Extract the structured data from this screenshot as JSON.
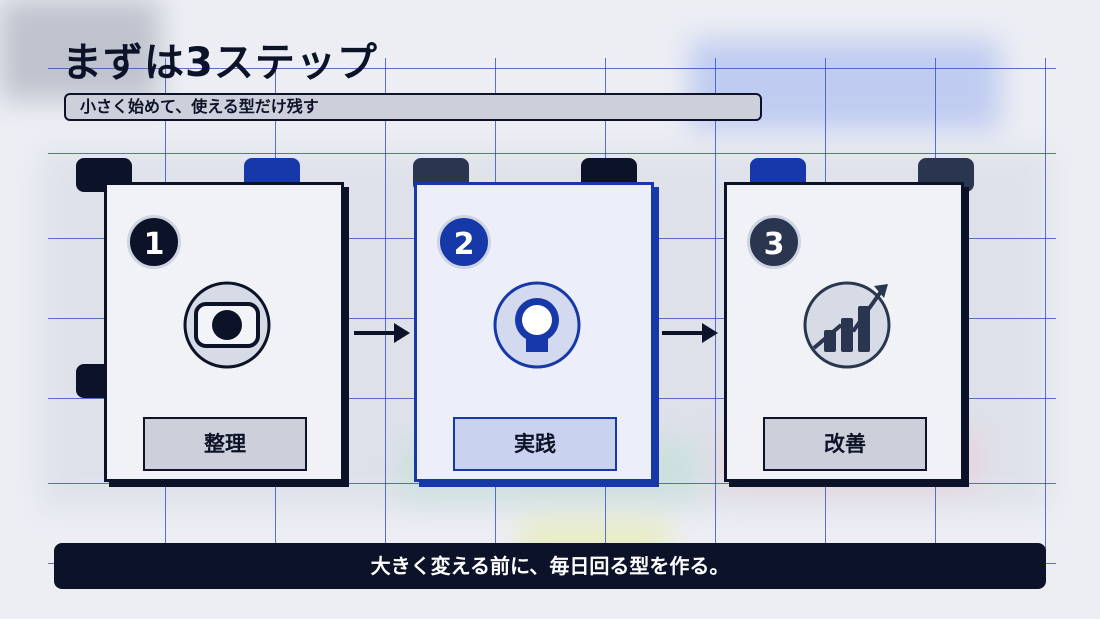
{
  "header": {
    "title": "まずは3ステップ",
    "subtitle": "小さく始めて、使える型だけ残す"
  },
  "steps": [
    {
      "number": "1",
      "label": "整理",
      "icon": "window-dot-icon"
    },
    {
      "number": "2",
      "label": "実践",
      "icon": "lightbulb-icon"
    },
    {
      "number": "3",
      "label": "改善",
      "icon": "growth-chart-icon"
    }
  ],
  "footer": {
    "message": "大きく変える前に、毎日回る型を作る。"
  },
  "colors": {
    "navy": "#0c1328",
    "blue": "#1638a8",
    "slate": "#2a3650",
    "card_bg": "#f1f2f5",
    "label_bg": "#cdd0da"
  }
}
